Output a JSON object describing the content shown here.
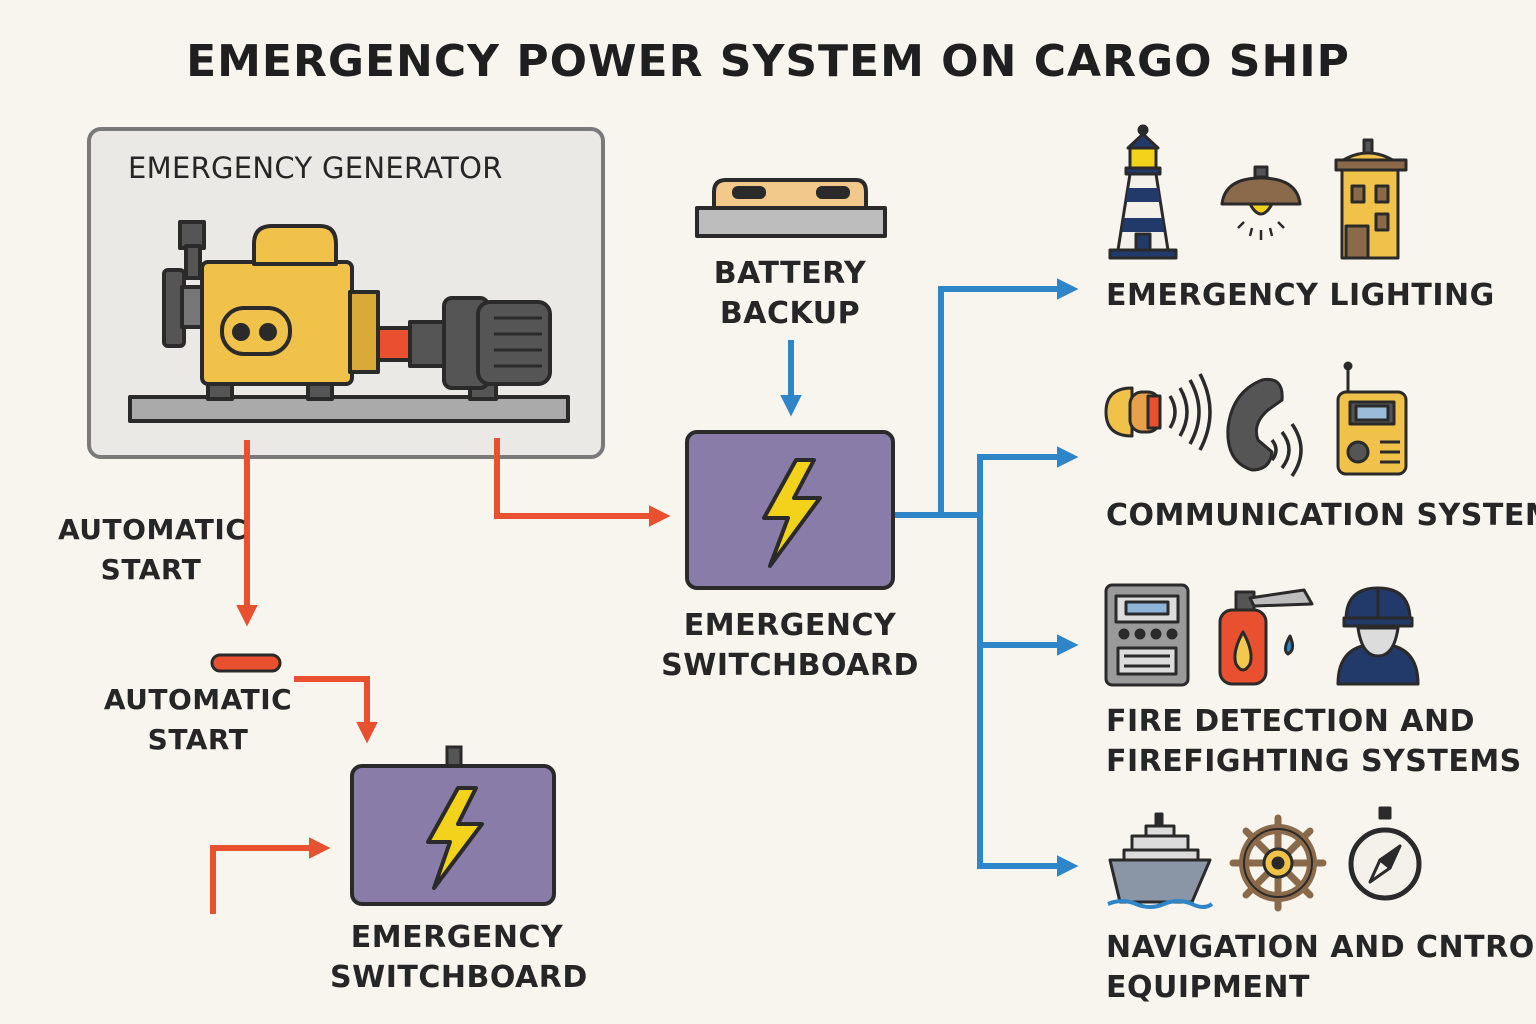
{
  "title": "EMERGENCY POWER SYSTEM ON CARGO SHIP",
  "generator": {
    "label": "EMERGENCY GENERATOR"
  },
  "battery": {
    "label": [
      "BATTERY",
      "BACKUP"
    ]
  },
  "automatic_start_upper": [
    "AUTOMATIC",
    "START"
  ],
  "automatic_start_lower": [
    "AUTOMATIC",
    "START"
  ],
  "switchboard_main": {
    "label": [
      "EMERGENCY",
      "SWITCHBOARD"
    ]
  },
  "switchboard_secondary": {
    "label": [
      "EMERGENCY",
      "SWITCHBOARD"
    ]
  },
  "consumers": [
    {
      "label": [
        "EMERGENCY LIGHTING"
      ],
      "icons": [
        "lighthouse-icon",
        "ceiling-lamp-icon",
        "building-icon"
      ]
    },
    {
      "label": [
        "COMMUNICATION SYSTEMS"
      ],
      "icons": [
        "speaker-icon",
        "telephone-icon",
        "radio-icon"
      ]
    },
    {
      "label": [
        "FIRE DETECTION AND",
        "FIREFIGHTING SYSTEMS"
      ],
      "icons": [
        "fire-panel-icon",
        "fire-extinguisher-icon",
        "firefighter-icon"
      ]
    },
    {
      "label": [
        "NAVIGATION AND CNTROL",
        "EQUIPMENT"
      ],
      "icons": [
        "ship-icon",
        "ship-wheel-icon",
        "compass-icon"
      ]
    }
  ],
  "colors": {
    "background": "#f8f5ef",
    "generator_line": "#e8502f",
    "distribution_line": "#2e86c8",
    "switchboard": "#8a7ca8",
    "lightning": "#f2d21b",
    "engine": "#f0c24a"
  }
}
